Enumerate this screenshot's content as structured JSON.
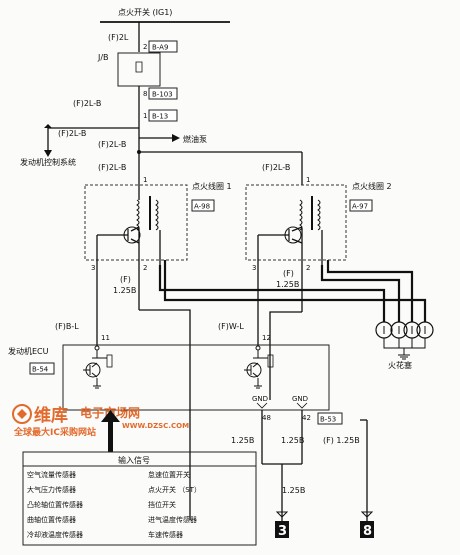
{
  "top_label": "点火开关 (IG1)",
  "jb": {
    "label": "J/B",
    "wire_top": "(F)2L",
    "pin_top": "2",
    "conn_top": "B-A9",
    "pin_bottom": "8",
    "conn_bottom": "B-103"
  },
  "splice": {
    "wire": "(F)2L-B",
    "pin": "1",
    "conn": "B-13",
    "fuel_pump": "燃油泵",
    "left_wire": "(F)2L-B",
    "engine_ctrl": "发动机控制系统",
    "wire_down": "(F)2L-B"
  },
  "coil1": {
    "label": "点火线圈 1",
    "conn": "A-98",
    "pin_top": "1",
    "pin_3": "3",
    "pin_2": "2",
    "wire_f": "(F)",
    "wire_size": "1.25B"
  },
  "coil2": {
    "label": "点火线圈 2",
    "conn": "A-97",
    "wire_top": "(F)2L-B",
    "pin_top": "1",
    "pin_3": "3",
    "pin_2": "2",
    "wire_f": "(F)",
    "wire_size": "1.25B"
  },
  "spark_label": "火花塞",
  "wires": {
    "bl": "(F)B-L",
    "wl": "(F)W-L"
  },
  "ecu": {
    "label": "发动机ECU",
    "conn": "B-54",
    "pin_11": "11",
    "pin_12": "12",
    "gnd1": "GND",
    "gnd2": "GND",
    "pin_48": "48",
    "pin_42": "42",
    "conn2": "B-53"
  },
  "ground_wires": {
    "w1": "1.25B",
    "w2": "1.25B",
    "w3": "(F) 1.25B",
    "w4": "1.25B",
    "g1": "3",
    "g2": "8"
  },
  "watermark": {
    "brand": "维库",
    "line1": "电子市场网",
    "line2": "全球最大IC采购网站",
    "url": "WWW.DZSC.COM"
  },
  "input_signals": {
    "title": "输入信号",
    "left": [
      "空气流量传感器",
      "大气压力传感器",
      "凸轮轴位置传感器",
      "曲轴位置传感器",
      "冷却液温度传感器"
    ],
    "right": [
      "怠速位置开关",
      "点火开关 （ST）",
      "挡位开关",
      "进气温度传感器",
      "车速传感器"
    ]
  }
}
